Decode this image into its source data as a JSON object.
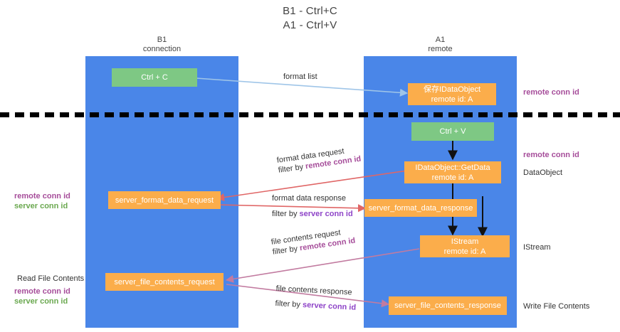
{
  "title": {
    "line1": "B1 - Ctrl+C",
    "line2": "A1 - Ctrl+V"
  },
  "lanes": [
    {
      "id": "b1",
      "name": "B1",
      "sub": "connection",
      "color": "#4a86e8"
    },
    {
      "id": "a1",
      "name": "A1",
      "sub": "remote",
      "color": "#4a86e8"
    }
  ],
  "nodes": {
    "ctrl_c": {
      "label": "Ctrl + C",
      "color": "#7ec884"
    },
    "ctrl_v": {
      "label": "Ctrl + V",
      "color": "#7ec884"
    },
    "idataobject": {
      "line1": "保存IDataObject",
      "line2": "remote id: A",
      "color": "#fbad4b"
    },
    "getdata": {
      "line1": "IDataObject::GetData",
      "line2": "remote id: A",
      "color": "#fbad4b"
    },
    "istream": {
      "line1": "IStream",
      "line2": "remote id: A",
      "color": "#fbad4b"
    },
    "server_format_data_request": {
      "label": "server_format_data_request",
      "color": "#fbad4b"
    },
    "server_format_data_response": {
      "label": "server_format_data_response",
      "color": "#fbad4b"
    },
    "server_file_contents_request": {
      "label": "server_file_contents_request",
      "color": "#fbad4b"
    },
    "server_file_contents_response": {
      "label": "server_file_contents_response",
      "color": "#fbad4b"
    }
  },
  "edges": {
    "format_list": {
      "label": "format list",
      "color": "#9fc5e8"
    },
    "format_data_request": {
      "line1": "format data request",
      "line2_prefix": "filter by ",
      "line2_hl": "remote conn id",
      "color": "#e06666"
    },
    "format_data_response": {
      "line1": "format data response",
      "line2_prefix": "filter by ",
      "line2_hl": "server conn id",
      "color": "#e06666"
    },
    "file_contents_request": {
      "line1": "file contents request",
      "line2_prefix": "filter by ",
      "line2_hl": "remote conn id",
      "color": "#c27ba0"
    },
    "file_contents_response": {
      "line1": "file contents response",
      "line2_prefix": "filter by ",
      "line2_hl": "server conn id",
      "color": "#c27ba0"
    }
  },
  "annotations": {
    "left_middle": {
      "remote": "remote conn id",
      "server": "server conn id"
    },
    "left_bottom_title": "Read File Contents",
    "left_bottom": {
      "remote": "remote conn id",
      "server": "server conn id"
    },
    "right_top": "remote conn id",
    "right_mid": "remote conn id",
    "right_dataobject": "DataObject",
    "right_istream": "IStream",
    "right_write": "Write File Contents"
  }
}
